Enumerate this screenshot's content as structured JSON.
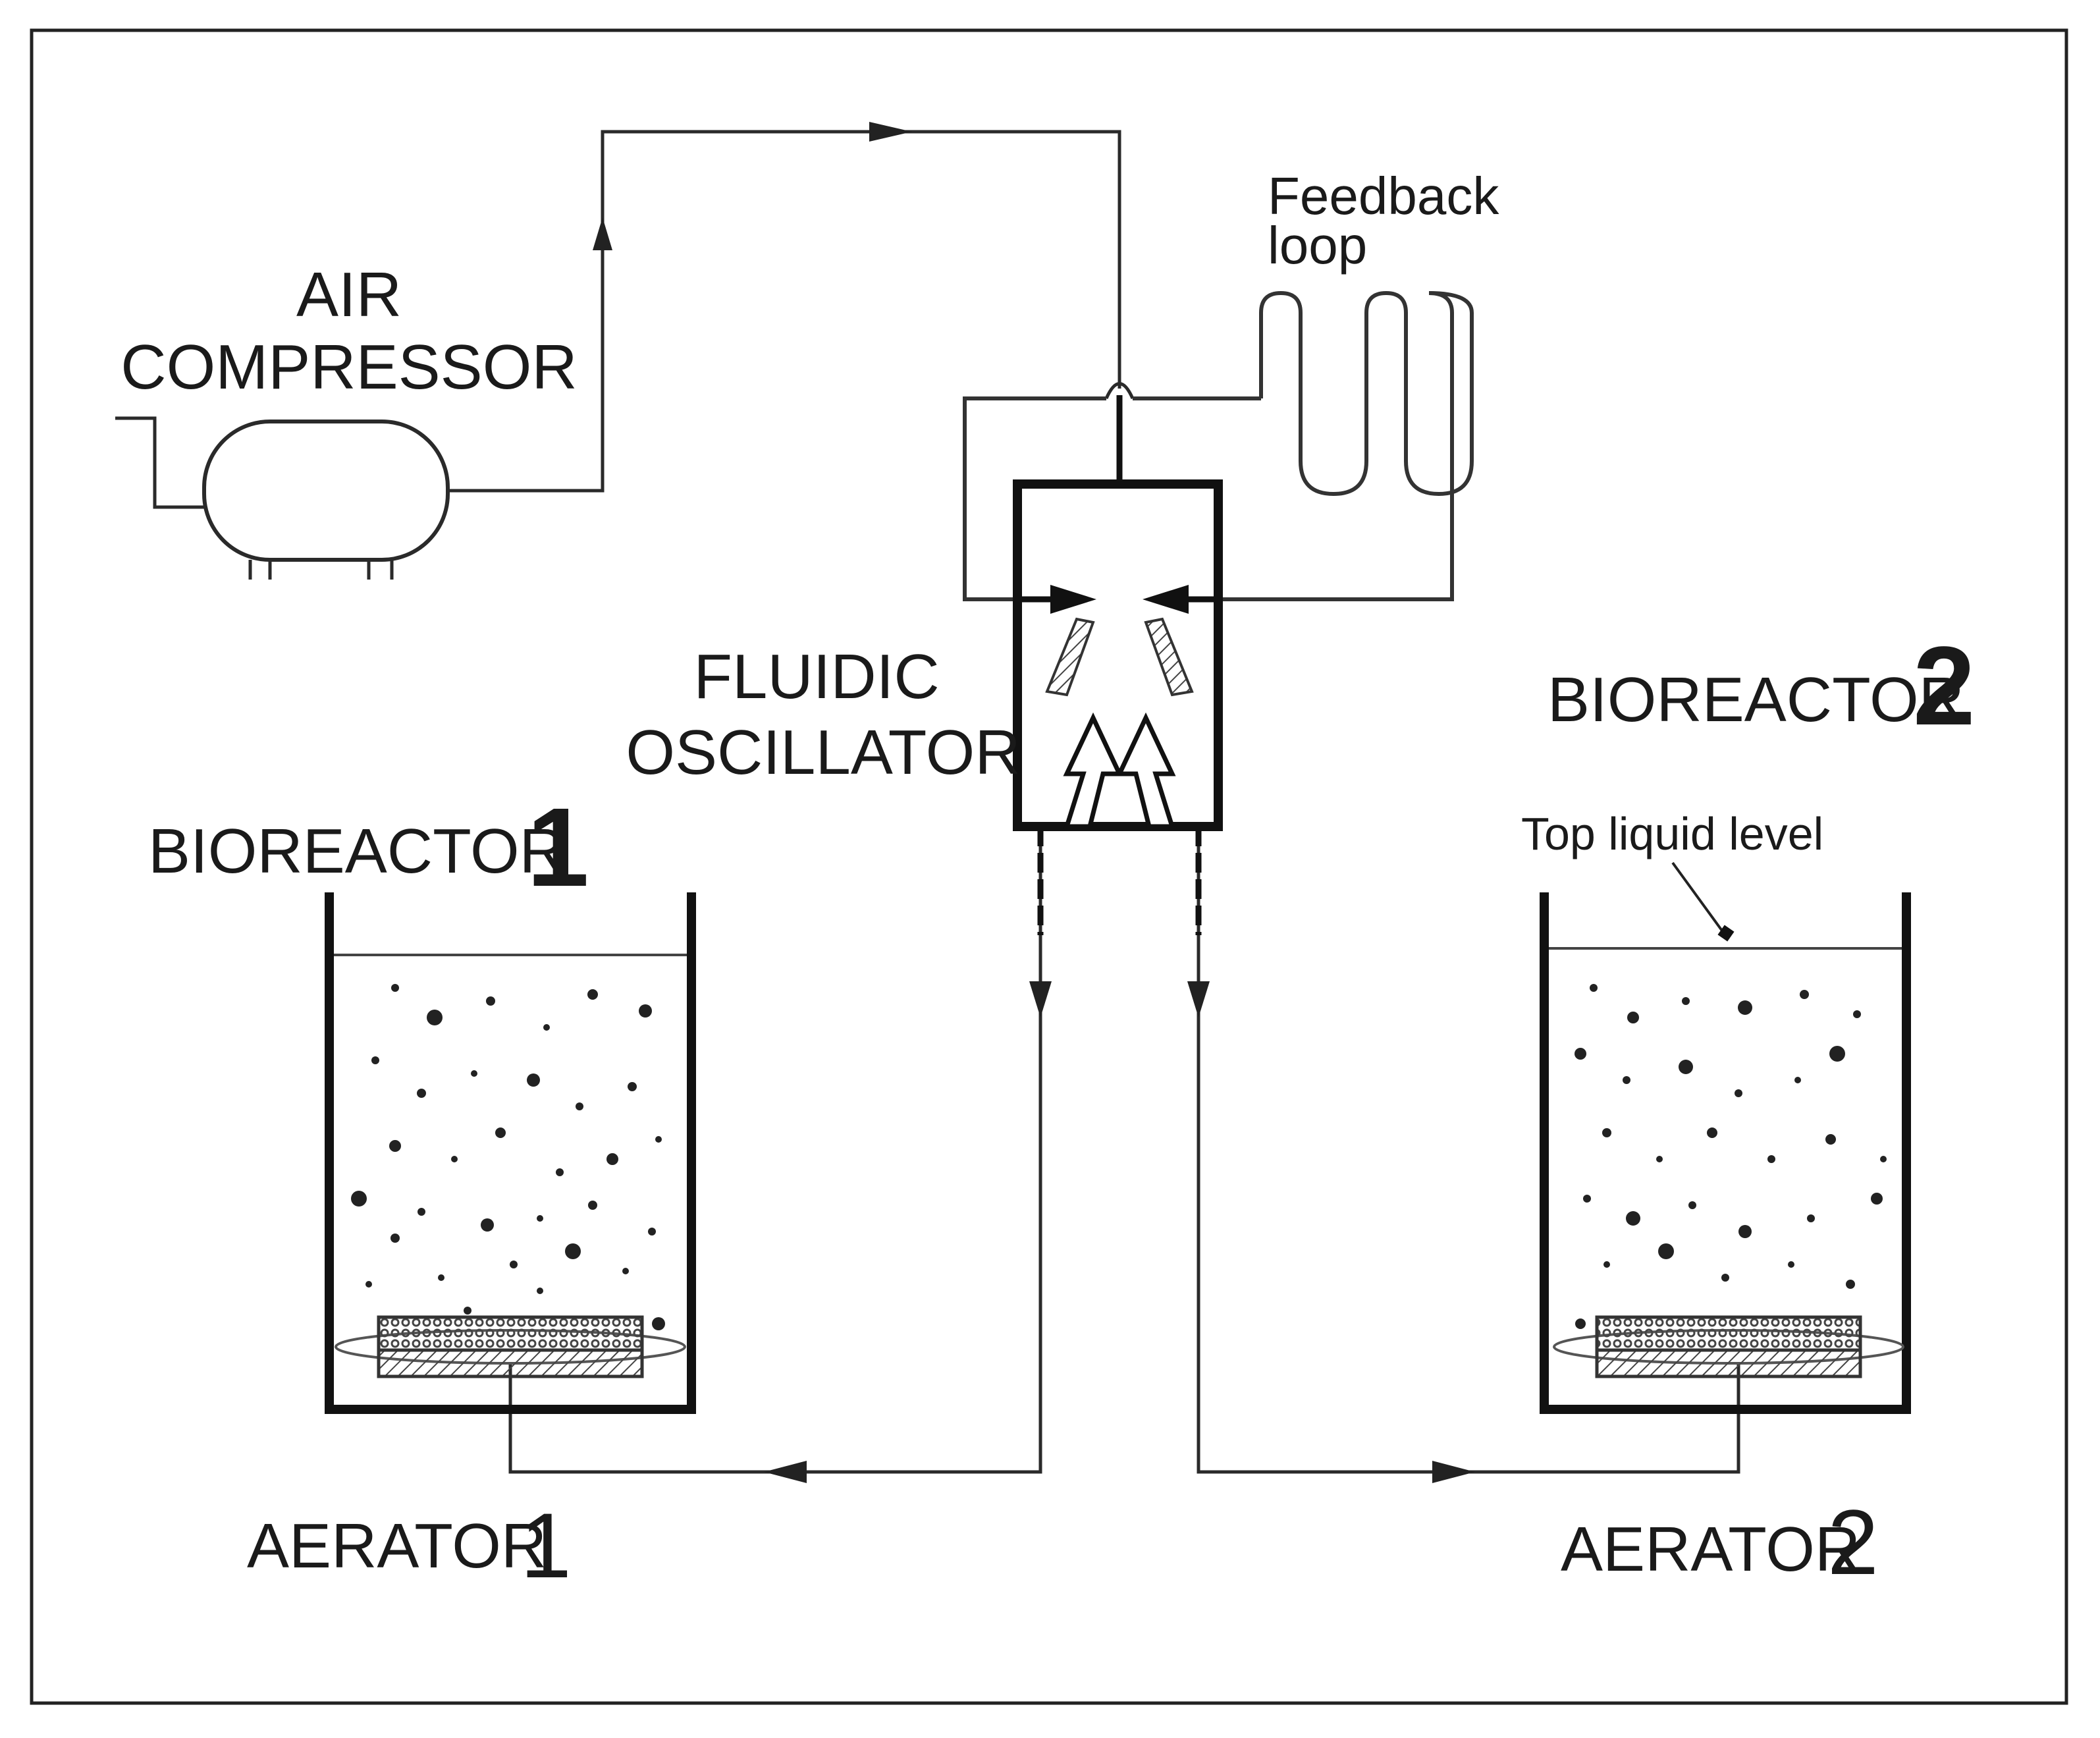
{
  "labels": {
    "air_compressor_line1": "AIR",
    "air_compressor_line2": "COMPRESSOR",
    "feedback_line1": "Feedback",
    "feedback_line2": "loop",
    "fluidic_line1": "FLUIDIC",
    "fluidic_line2": "OSCILLATOR",
    "bioreactor1_text": "BIOREACTOR",
    "bioreactor1_num": "1",
    "bioreactor2_text": "BIOREACTOR",
    "bioreactor2_num": "2",
    "top_liquid_level": "Top liquid level",
    "aerator1_text": "AERATOR",
    "aerator1_num": "1",
    "aerator2_text": "AERATOR",
    "aerator2_num": "2"
  }
}
